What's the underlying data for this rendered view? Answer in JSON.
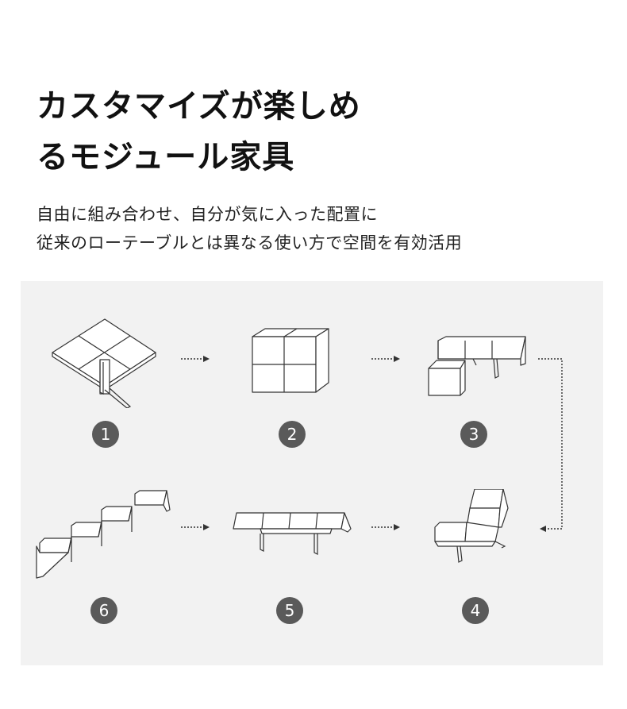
{
  "heading": {
    "line1": "カスタマイズが楽しめ",
    "line2": "るモジュール家具"
  },
  "description": {
    "line1": "自由に組み合わせ、自分が気に入った配置に",
    "line2": "従来のローテーブルとは異なる使い方で空間を有効活用"
  },
  "steps": [
    {
      "number": "1"
    },
    {
      "number": "2"
    },
    {
      "number": "3"
    },
    {
      "number": "4"
    },
    {
      "number": "5"
    },
    {
      "number": "6"
    }
  ],
  "colors": {
    "panel_background": "#f2f2f2",
    "badge": "#5a5a5a",
    "line": "#333333",
    "surface": "#ffffff"
  }
}
